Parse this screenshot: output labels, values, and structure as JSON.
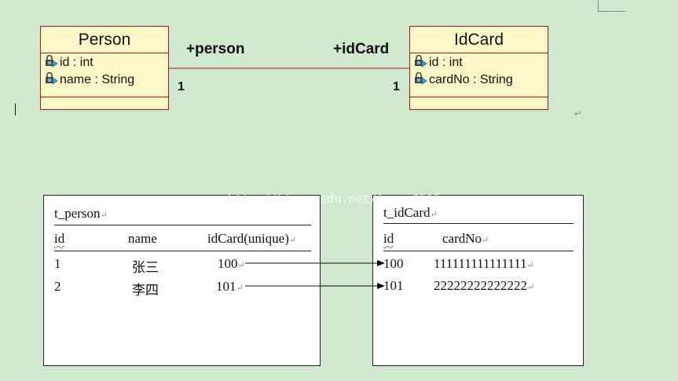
{
  "uml": {
    "person_class": {
      "name": "Person",
      "attrs": [
        {
          "icon": "lock-field-icon",
          "text": "id : int"
        },
        {
          "icon": "lock-field-icon",
          "text": "name : String"
        }
      ]
    },
    "idcard_class": {
      "name": "IdCard",
      "attrs": [
        {
          "icon": "lock-field-icon",
          "text": "id : int"
        },
        {
          "icon": "lock-field-icon",
          "text": "cardNo : String"
        }
      ]
    },
    "association": {
      "left_role": "+person",
      "right_role": "+idCard",
      "left_mult": "1",
      "right_mult": "1"
    }
  },
  "tables": {
    "person": {
      "name": "t_person",
      "headers": [
        "id",
        "name",
        "idCard(unique)"
      ],
      "rows": [
        [
          "1",
          "张三",
          "100"
        ],
        [
          "2",
          "李四",
          "101"
        ]
      ]
    },
    "idcard": {
      "name": "t_idCard",
      "headers": [
        "id",
        "cardNo"
      ],
      "rows": [
        [
          "100",
          "111111111111111"
        ],
        [
          "101",
          "22222222222222"
        ]
      ]
    }
  },
  "watermark": "http://blog.csdn.net/laner0515",
  "paragraph_mark": "↵",
  "colors": {
    "background": "#cfe8ce",
    "class_fill": "#fbf7c6",
    "class_border": "#a11b22",
    "association_line": "#a11b22"
  }
}
